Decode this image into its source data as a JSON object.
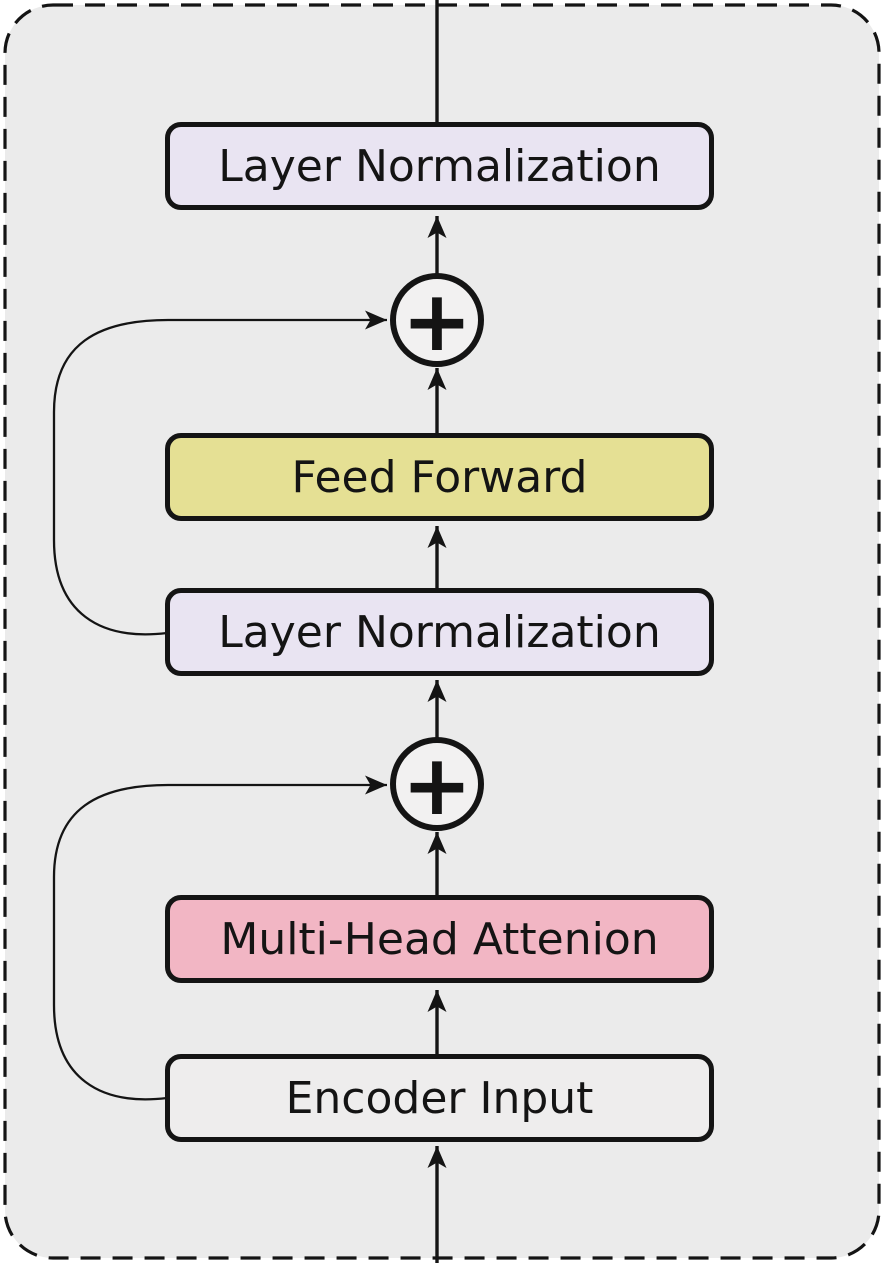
{
  "diagram": {
    "type": "flow-diagram",
    "subject": "transformer-encoder-block",
    "flow_direction": "bottom-to-top",
    "colors": {
      "page_background": "#ffffff",
      "block_background": "#ebebeb",
      "outline": "#141414",
      "layer_norm_fill": "#e9e4f2",
      "feed_forward_fill": "#e5e094",
      "multi_head_attention_fill": "#f2b6c4",
      "encoder_input_fill": "#eeeded",
      "add_circle_fill": "#f2f1f1"
    },
    "nodes": {
      "layer_norm_top": {
        "label": "Layer Normalization",
        "fill": "#e9e4f2"
      },
      "add_top": {
        "symbol": "+",
        "fill": "#f2f1f1"
      },
      "feed_forward": {
        "label": "Feed Forward",
        "fill": "#e5e094"
      },
      "layer_norm_bottom": {
        "label": "Layer Normalization",
        "fill": "#e9e4f2"
      },
      "add_bottom": {
        "symbol": "+",
        "fill": "#f2f1f1"
      },
      "multi_head_attention": {
        "label": "Multi-Head Attenion",
        "fill": "#f2b6c4"
      },
      "encoder_input": {
        "label": "Encoder Input",
        "fill": "#eeeded"
      }
    },
    "edges": [
      {
        "from": "external-input",
        "to": "encoder_input",
        "type": "arrow"
      },
      {
        "from": "encoder_input",
        "to": "multi_head_attention",
        "type": "arrow"
      },
      {
        "from": "multi_head_attention",
        "to": "add_bottom",
        "type": "arrow"
      },
      {
        "from": "encoder_input",
        "to": "add_bottom",
        "type": "skip-connection"
      },
      {
        "from": "add_bottom",
        "to": "layer_norm_bottom",
        "type": "arrow"
      },
      {
        "from": "layer_norm_bottom",
        "to": "feed_forward",
        "type": "arrow"
      },
      {
        "from": "feed_forward",
        "to": "add_top",
        "type": "arrow"
      },
      {
        "from": "layer_norm_bottom",
        "to": "add_top",
        "type": "skip-connection"
      },
      {
        "from": "add_top",
        "to": "layer_norm_top",
        "type": "arrow"
      },
      {
        "from": "layer_norm_top",
        "to": "external-output",
        "type": "line"
      }
    ]
  }
}
